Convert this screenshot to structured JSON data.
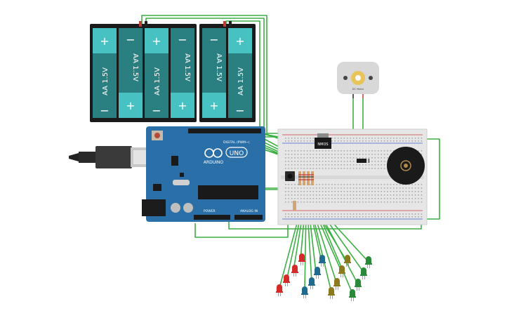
{
  "battery_pack_4": {
    "cells": [
      {
        "label": "AA 1.5V",
        "top_sign": "+",
        "bottom_sign": "−"
      },
      {
        "label": "AA 1.5V",
        "top_sign": "−",
        "bottom_sign": "+"
      },
      {
        "label": "AA 1.5V",
        "top_sign": "+",
        "bottom_sign": "−"
      },
      {
        "label": "AA 1.5V",
        "top_sign": "−",
        "bottom_sign": "+"
      }
    ]
  },
  "battery_pack_2": {
    "cells": [
      {
        "label": "AA 1.5V",
        "top_sign": "−",
        "bottom_sign": "+"
      },
      {
        "label": "AA 1.5V",
        "top_sign": "+",
        "bottom_sign": "−"
      }
    ]
  },
  "arduino": {
    "brand": "ARDUINO",
    "model": "UNO",
    "digital_label": "DIGITAL (PWM~)",
    "power_label": "POWER",
    "analog_label": "ANALOG IN"
  },
  "regulator": {
    "label": "NMOS"
  },
  "motor": {
    "label": "DC Motor"
  },
  "colors": {
    "wire": "#3cb043",
    "battery_cell": "#2a8080",
    "battery_cap": "#47c1c1",
    "arduino_board": "#2a6fa8",
    "breadboard": "#e6e6e6",
    "rail_red": "#d43a3a",
    "led_red": "#d42a2a",
    "led_blue": "#1f6b8f",
    "led_yellow": "#8c7a1f",
    "led_green": "#2a8a3a"
  },
  "icons": [
    "usb-cable-icon",
    "buzzer-icon",
    "motor-icon",
    "pushbutton-icon",
    "resistor-icon",
    "led-icon"
  ]
}
